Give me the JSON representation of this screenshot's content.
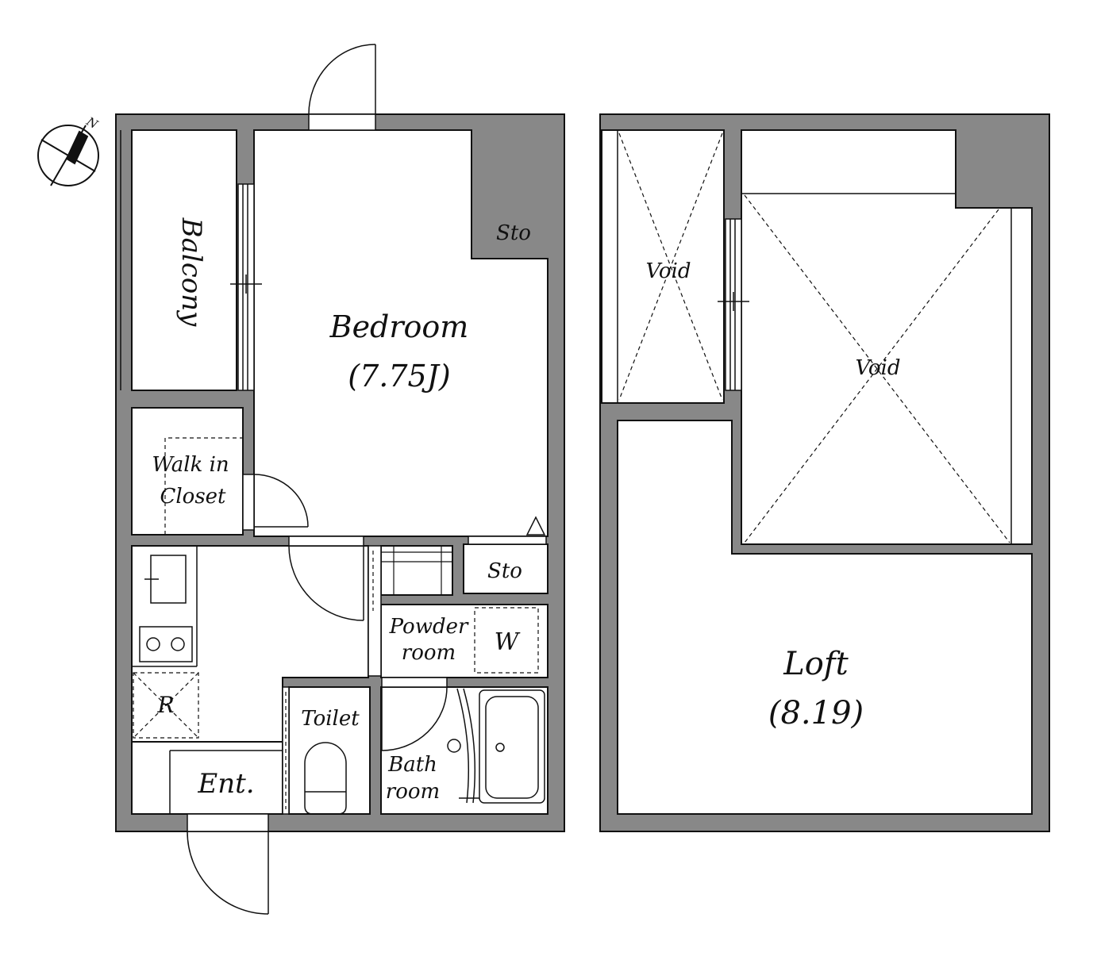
{
  "compass": {
    "north_label": "N"
  },
  "rooms": {
    "balcony": "Balcony",
    "bedroom": {
      "name": "Bedroom",
      "area": "(7.75J)"
    },
    "sto_top": "Sto",
    "sto_mid": "Sto",
    "walk_in_closet": {
      "line1": "Walk in",
      "line2": "Closet"
    },
    "powder_room": {
      "line1": "Powder",
      "line2": "room"
    },
    "washer": "W",
    "refrigerator": "R",
    "toilet": "Toilet",
    "bath_room": {
      "line1": "Bath",
      "line2": "room"
    },
    "entrance": "Ent.",
    "void_small": "Void",
    "void_large": "Void",
    "loft": {
      "name": "Loft",
      "area": "(8.19)"
    }
  },
  "colors": {
    "wall": "#888888",
    "line": "#111111",
    "background": "#ffffff"
  }
}
